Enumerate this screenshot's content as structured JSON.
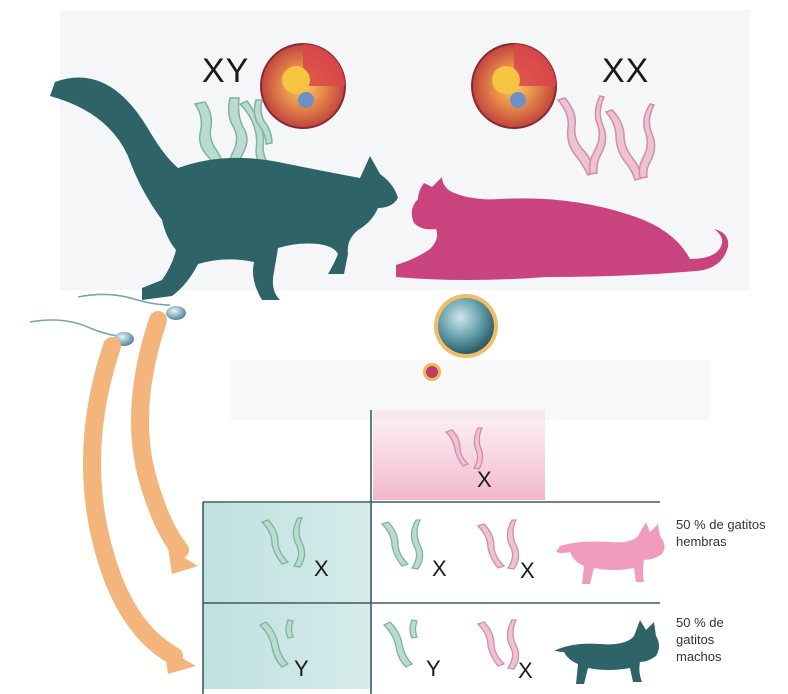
{
  "parents": {
    "male_label": "XY",
    "female_label": "XX"
  },
  "punnett": {
    "top_allele": "X",
    "row1_left": "X",
    "row1_c1": "X",
    "row1_c2": "X",
    "row2_left": "Y",
    "row2_c1": "Y",
    "row2_c2": "X"
  },
  "results": {
    "female_line1": "50 % de gatitos",
    "female_line2": "hembras",
    "male_line1": "50 % de",
    "male_line2": "gatitos",
    "male_line3": "machos"
  },
  "colors": {
    "male": "#2e6468",
    "female": "#c9447e",
    "male_chromosome": "#b9dccf",
    "female_chromosome": "#e9b6cc",
    "arrow": "#f3b57c",
    "grid_line": "#3d5c60"
  }
}
